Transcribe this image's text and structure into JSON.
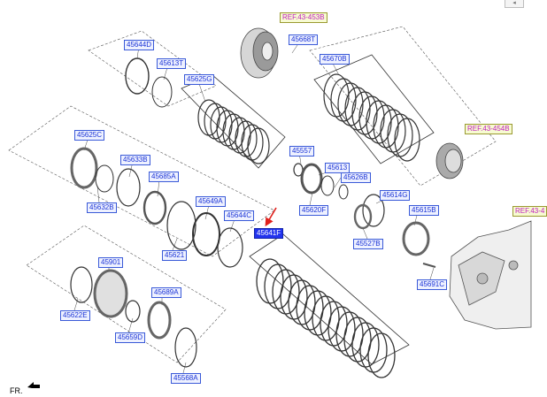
{
  "window": {
    "scroll_button_glyph": "◂"
  },
  "callouts": {
    "ref_top": "REF.43-453B",
    "c45668T": "45668T",
    "c45670B": "45670B",
    "ref_right": "REF.43-454B",
    "ref_far": "REF.43-4",
    "c45644D_top": "45644D",
    "c45613T": "45613T",
    "c45625G": "45625G",
    "c45625C": "45625C",
    "c45633B": "45633B",
    "c45685A": "45685A",
    "c45632B": "45632B",
    "c45557": "45557",
    "c45613": "45613",
    "c45626B": "45626B",
    "c45620F": "45620F",
    "c45614G": "45614G",
    "c45615B": "45615B",
    "c45527B": "45527B",
    "c45649A": "45649A",
    "c45644C": "45644C",
    "c45621": "45621",
    "c45641F": "45641F",
    "c45691C": "45691C",
    "c45901": "45901",
    "c45622E": "45622E",
    "c45689A": "45689A",
    "c45659D": "45659D",
    "c45568A": "45568A"
  },
  "orientation": {
    "label": "FR."
  },
  "colors": {
    "callout_text": "#1a33d6",
    "ref_text": "#c020c0",
    "highlight": "#2233ee",
    "pointer_arrow": "#e0201c"
  }
}
